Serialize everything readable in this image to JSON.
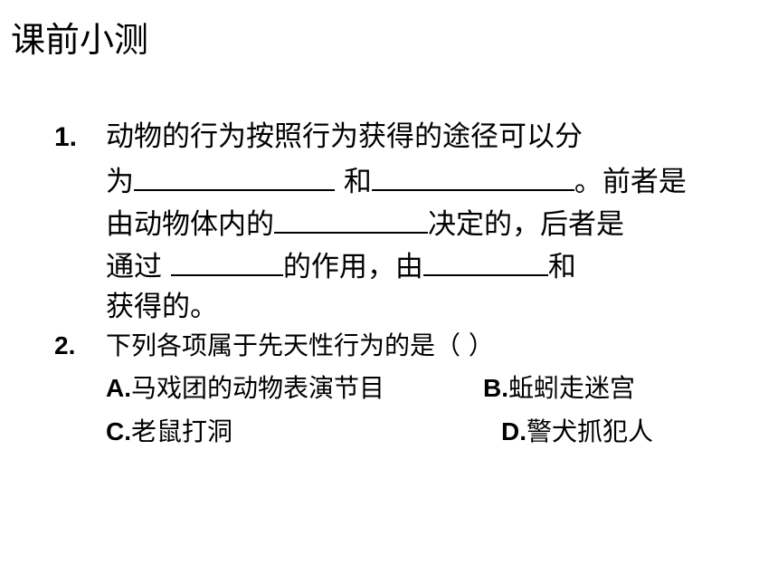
{
  "title": "课前小测",
  "q1": {
    "number": "1.",
    "line1": "动物的行为按照行为获得的途径可以分",
    "line2_a": "为",
    "line2_b": " 和",
    "line2_c": "。前者是",
    "line3_a": "由动物体内的",
    "line3_b": "决定的，后者是",
    "line4_a": "通过 ",
    "line4_b": "的作用，由",
    "line4_c": "和",
    "line5": "获得的。"
  },
  "q2": {
    "number": "2.",
    "stem": "下列各项属于先天性行为的是（      ）",
    "options": [
      {
        "letter": "A.",
        "text": "马戏团的动物表演节目"
      },
      {
        "letter": "B.",
        "text": "蚯蚓走迷宫"
      },
      {
        "letter": "C.",
        "text": "老鼠打洞"
      },
      {
        "letter": "D.",
        "text": "警犬抓犯人"
      }
    ]
  }
}
